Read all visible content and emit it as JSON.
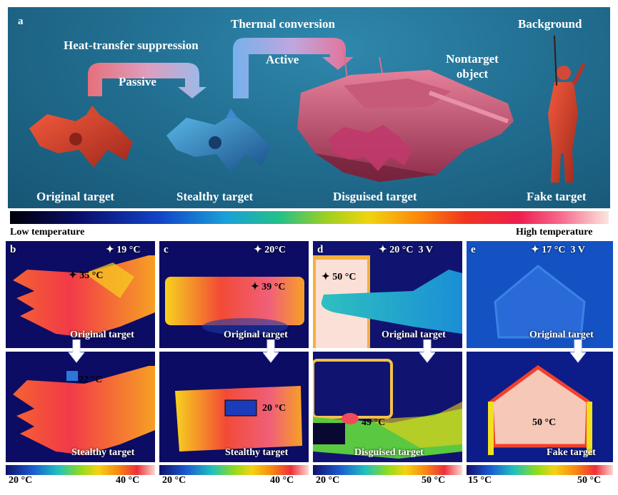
{
  "panel_a": {
    "letter": "a",
    "passive_arrow_label": "Heat-transfer suppression",
    "passive_label": "Passive",
    "active_arrow_label": "Thermal conversion",
    "active_label": "Active",
    "nontarget_label": "Nontarget object",
    "background_label": "Background",
    "captions": [
      "Original target",
      "Stealthy target",
      "Disguised target",
      "Fake target"
    ]
  },
  "temperature_bar": {
    "low": "Low temperature",
    "high": "High temperature"
  },
  "panels": [
    {
      "letter": "b",
      "ambient": "19 °C",
      "point_temp": "35 °C",
      "patch_temp": "22 °C",
      "top_caption": "Original target",
      "bottom_caption": "Stealthy target",
      "scale_min": "20 °C",
      "scale_max": "40 °C"
    },
    {
      "letter": "c",
      "ambient": "20°C",
      "point_temp": "39 °C",
      "patch_temp": "20 °C",
      "top_caption": "Original target",
      "bottom_caption": "Stealthy target",
      "scale_min": "20 °C",
      "scale_max": "40 °C"
    },
    {
      "letter": "d",
      "ambient": "20 °C",
      "voltage": "3 V",
      "point_temp": "50 °C",
      "patch_temp": "49 °C",
      "top_caption": "Original target",
      "bottom_caption": "Disguised target",
      "scale_min": "20 °C",
      "scale_max": "50 °C"
    },
    {
      "letter": "e",
      "ambient": "17 °C",
      "voltage": "3 V",
      "patch_temp": "50 °C",
      "top_caption": "Original target",
      "bottom_caption": "Fake target",
      "scale_min": "15 °C",
      "scale_max": "50 °C"
    }
  ]
}
